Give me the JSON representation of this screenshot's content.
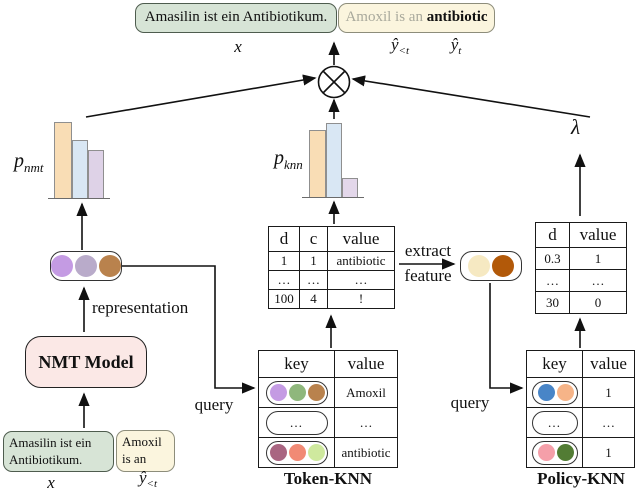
{
  "output": {
    "source_sentence": "Amasilin ist ein Antibiotikum.",
    "target_prefix": "Amoxil is an ",
    "predicted_token": "antibiotic",
    "x_label": "x",
    "y_prev": "ŷ",
    "y_prev_sub": "<t",
    "y_cur": "ŷ",
    "y_cur_sub": "t"
  },
  "distributions": {
    "pnmt": {
      "label": "p",
      "sub": "nmt",
      "bars": [
        {
          "c": "#f9ddb5",
          "w": 16,
          "h": 75
        },
        {
          "c": "#d9e7f4",
          "w": 14,
          "h": 57
        },
        {
          "c": "#ded2e7",
          "w": 14,
          "h": 47
        }
      ]
    },
    "pknn": {
      "label": "p",
      "sub": "knn",
      "bars": [
        {
          "c": "#f9ddb5",
          "w": 15,
          "h": 66
        },
        {
          "c": "#d9e7f4",
          "w": 14,
          "h": 73
        },
        {
          "c": "#e3d7ea",
          "w": 14,
          "h": 18
        }
      ]
    },
    "lambda_label": "λ"
  },
  "token_knn": {
    "query_label": "query",
    "caption": "Token-KNN",
    "distance_table": {
      "headers": [
        "d",
        "c",
        "value"
      ],
      "rows": [
        [
          "1",
          "1",
          "antibiotic"
        ],
        [
          "…",
          "…",
          "…"
        ],
        [
          "100",
          "4",
          "!"
        ]
      ]
    },
    "datastore": {
      "headers": [
        "key",
        "value"
      ],
      "rows": [
        {
          "dots": [
            "#c49be3",
            "#8fb77c",
            "#b9824d"
          ],
          "pill_text": "",
          "value": "Amoxil"
        },
        {
          "dots": [],
          "pill_text": "…",
          "value": "…"
        },
        {
          "dots": [
            "#a96581",
            "#f18a75",
            "#cfe99e"
          ],
          "pill_text": "",
          "value": "antibiotic"
        }
      ]
    }
  },
  "policy_knn": {
    "query_label": "query",
    "caption": "Policy-KNN",
    "distance_table": {
      "headers": [
        "d",
        "value"
      ],
      "rows": [
        [
          "0.3",
          "1"
        ],
        [
          "…",
          "…"
        ],
        [
          "30",
          "0"
        ]
      ]
    },
    "datastore": {
      "headers": [
        "key",
        "value"
      ],
      "rows": [
        {
          "dots": [
            "#4885c7",
            "#f6b488"
          ],
          "pill_text": "",
          "value": "1"
        },
        {
          "dots": [],
          "pill_text": "…",
          "value": "…"
        },
        {
          "dots": [
            "#f59fa9",
            "#527c34"
          ],
          "pill_text": "",
          "value": "1"
        }
      ]
    }
  },
  "nmt": {
    "model_label": "NMT Model",
    "representation_label": "representation",
    "representation_dots": [
      "#c49be3",
      "#b9abca",
      "#b9824d"
    ],
    "input_source_line1": "Amasilin ist ein",
    "input_source_line2": "Antibiotikum.",
    "input_target_line1": "Amoxil",
    "input_target_line2": "is an",
    "x_label": "x",
    "y_prev": "ŷ",
    "y_prev_sub": "<t"
  },
  "feature": {
    "label_line1": "extract",
    "label_line2": "feature",
    "dots": [
      "#f6e9c2",
      "#b25909"
    ]
  }
}
